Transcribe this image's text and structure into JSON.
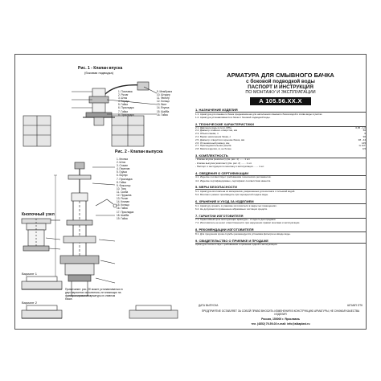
{
  "header": {
    "title": "АРМАТУРА ДЛЯ СМЫВНОГО БАЧКА",
    "subtitle": "с боковой подводкой воды",
    "passport": "ПАСПОРТ И ИНСТРУКЦИЯ",
    "manual": "ПО МОНТАЖУ И ЭКСПЛУАТАЦИИ",
    "model": "А 105.56.XX.X"
  },
  "figures": {
    "fig1_title": "Рис. 1 - Клапан впуска",
    "fig1_sub": "(боковая подводка)",
    "fig1_callouts_a": [
      "1. Поплавок",
      "2. Рычаг",
      "3. Шток",
      "4. Корпус",
      "5. Гайка",
      "6. Прокладка",
      "7. Гайка",
      "8. Прокладка"
    ],
    "fig1_callouts_b": [
      "9. Мембрана",
      "10. Штуцер",
      "11. Фильтр",
      "12. Кольцо",
      "13. Винт",
      "14. Втулка",
      "15. Шайба",
      "16. Гайка"
    ],
    "fig2_title": "Рис. 2 - Клапан выпуска",
    "fig2_callouts": [
      "1. Кнопка",
      "2. Шток",
      "3. Стакан",
      "4. Перелив",
      "5. Груша",
      "6. Корпус",
      "7. Прокладка",
      "8. Гайка",
      "9. Фиксатор",
      "10. Тяга",
      "11. Скоба",
      "12. Пружина",
      "13. Рычаг",
      "14. Клапан",
      "15. Кольцо",
      "16. Гайка",
      "17. Прокладка",
      "18. Шайба",
      "19. Гайка"
    ],
    "knob_title": "Кнопочный узел",
    "variant1": "Вариант 1",
    "variant2": "Вариант 2",
    "note": "Примечание: рис. 2б может устанавливаться в двух вариантах исполнения, не влияющих на функционирование арматуры в сливном бачке."
  },
  "sections": [
    {
      "heading": "1. НАЗНАЧЕНИЕ ИЗДЕЛИЯ",
      "text": [
        "1.1. Арматура для смывного бачка предназначена для наполнения смывного бачка водой и слива воды в унитаз.",
        "1.2. Арматура устанавливается в бачки с боковой подводкой воды."
      ]
    },
    {
      "heading": "2. ТЕХНИЧЕСКИЕ ХАРАКТЕРИСТИКИ",
      "specs": [
        {
          "k": "2.1. Давление воды в сети, МПа",
          "v": "0,05 - 1,0"
        },
        {
          "k": "2.2. Диаметр сливного отверстия, мм",
          "v": "50"
        },
        {
          "k": "2.3. Объем смыва, л",
          "v": "6"
        },
        {
          "k": "2.4. Время наполнения бачка, с",
          "v": "90"
        },
        {
          "k": "2.5. Диаметр отверстия в крышке бачка, мм",
          "v": "38 - 44"
        },
        {
          "k": "2.6. Установочный размер, мм",
          "v": "145"
        },
        {
          "k": "2.7. Присоединительная резьба",
          "v": "G 1/2\""
        },
        {
          "k": "2.8. Масса изделия, кг, не более",
          "v": "0,5"
        }
      ]
    },
    {
      "heading": "3. КОМПЛЕКТНОСТЬ",
      "text": [
        "- Клапан впуска (комплект) (см. рис. 1) ....... 1 шт.",
        "- Клапан выпуска (комплект) (см. рис. 2) ....... 1 шт.",
        "- Паспорт и инструкция по монтажу и эксплуатации ....... 1 шт."
      ]
    },
    {
      "heading": "4. СВЕДЕНИЯ О СЕРТИФИКАЦИИ",
      "text": [
        "4.1. Изделие соответствует требованиям технических регламентов.",
        "4.2. Изделие сертифицировано, сертификат соответствия имеется."
      ]
    },
    {
      "heading": "5. МЕРЫ БЕЗОПАСНОСТИ",
      "text": [
        "5.1. Арматура изготовлена из материалов, разрешенных для контакта с питьевой водой.",
        "5.2. Монтаж и ремонт производить при перекрытой подаче воды."
      ]
    },
    {
      "heading": "6. ХРАНЕНИЕ И УХОД ЗА ИЗДЕЛИЕМ",
      "text": [
        "6.1. Арматуру хранить в упаковке изготовителя в закрытых помещениях.",
        "6.2. Не допускается применение абразивных чистящих средств."
      ]
    },
    {
      "heading": "7. ГАРАНТИИ ИЗГОТОВИТЕЛЯ",
      "text": [
        "7.1. Гарантийный срок эксплуатации арматуры - 2 года со дня продажи.",
        "7.2. Изготовитель не несет ответственности при нарушении правил монтажа и эксплуатации."
      ]
    },
    {
      "heading": "8. РЕКОМЕНДАЦИИ ИЗГОТОВИТЕЛЯ",
      "text": [
        "8.1. Для продления срока службы рекомендуется установка фильтра на вводе воды."
      ]
    },
    {
      "heading": "9. СВИДЕТЕЛЬСТВО О ПРИЕМКЕ И ПРОДАЖЕ",
      "text": [
        "Арматура соответствует требованиям и признана годной к эксплуатации."
      ]
    }
  ],
  "footer": {
    "sale_date": "ДАТА ВЫПУСКА",
    "stamp": "ШТАМП ОТК",
    "notice": "ПРЕДПРИЯТИЕ ОСТАВЛЯЕТ ЗА СОБОЙ ПРАВО ВНОСИТЬ ИЗМЕНЕНИЯ В КОНСТРУКЦИЮ АРМАТУРЫ, НЕ СНИЖАЯ КАЧЕСТВА ИЗДЕЛИЯ",
    "address": "Россия, 150000 г. Ярославль",
    "contacts": "тел. (4852) 79-59-03   e-mail: info@alkaplast.ru"
  }
}
